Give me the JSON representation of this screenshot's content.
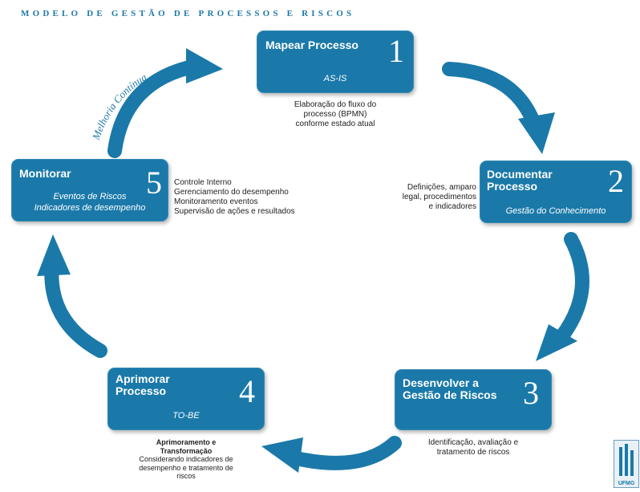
{
  "title": "MODELO DE GESTÃO DE PROCESSOS E RISCOS",
  "cycle_label": "Melhoria Contínua",
  "accent_color": "#1a79a9",
  "steps": [
    {
      "number": "1",
      "title_lines": [
        "Mapear Processo"
      ],
      "subtitle_lines": [
        "AS-IS"
      ],
      "description_lines": [
        "Elaboração do fluxo do",
        "processo (BPMN)",
        "conforme estado atual"
      ]
    },
    {
      "number": "2",
      "title_lines": [
        "Documentar",
        "Processo"
      ],
      "subtitle_lines": [
        "Gestão do Conhecimento"
      ],
      "description_lines": [
        "Definições, amparo",
        "legal, procedimentos",
        "e indicadores"
      ]
    },
    {
      "number": "3",
      "title_lines": [
        "Desenvolver a",
        "Gestão de Riscos"
      ],
      "subtitle_lines": [],
      "description_lines": [
        "Identificação, avaliação e",
        "tratamento de riscos"
      ]
    },
    {
      "number": "4",
      "title_lines": [
        "Aprimorar",
        "Processo"
      ],
      "subtitle_lines": [
        "TO-BE"
      ],
      "description_heading_lines": [
        "Aprimoramento e",
        "Transformação"
      ],
      "description_lines": [
        "Considerando indicadores de",
        "desempenho e tratamento de",
        "riscos"
      ]
    },
    {
      "number": "5",
      "title_lines": [
        "Monitorar"
      ],
      "subtitle_lines": [
        "Eventos de Riscos",
        "Indicadores de desempenho"
      ],
      "description_lines": [
        "Controle Interno",
        "Gerenciamento do desempenho",
        "Monitoramento eventos",
        "Supervisão de ações e resultados"
      ]
    }
  ],
  "logo": {
    "text": "UFMG"
  }
}
